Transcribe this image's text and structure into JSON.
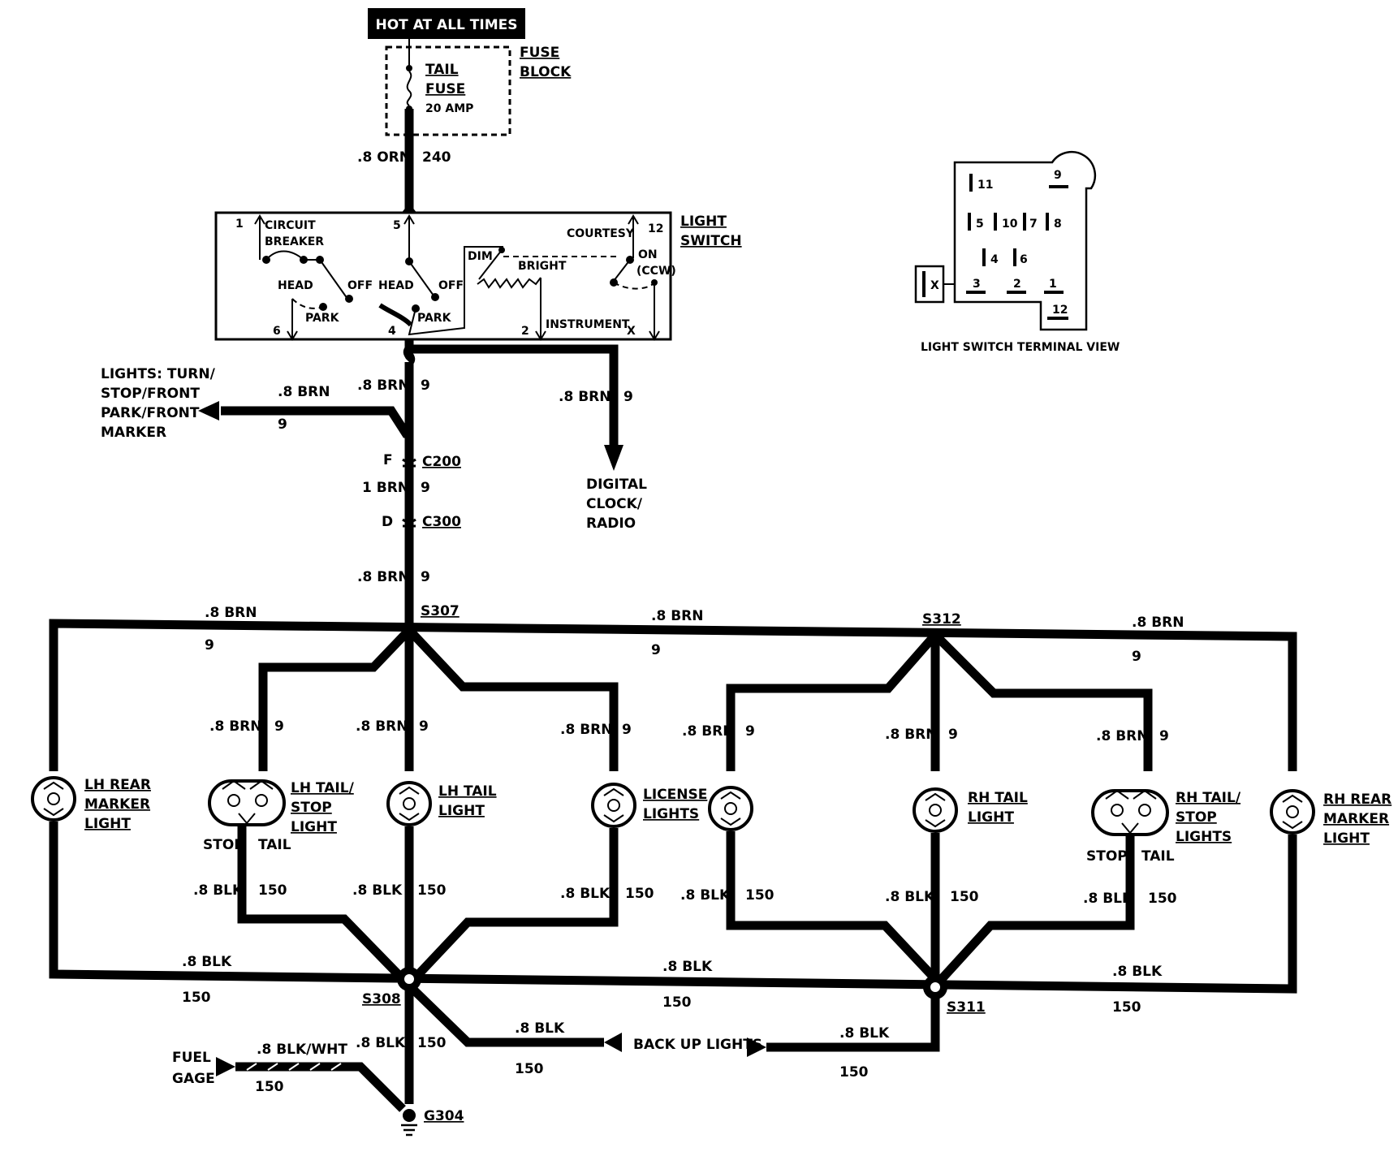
{
  "header": {
    "hot_at_all_times": "HOT AT ALL TIMES"
  },
  "fuse_block": {
    "title_line1": "FUSE",
    "title_line2": "BLOCK",
    "fuse_line1": "TAIL",
    "fuse_line2": "FUSE",
    "rating": "20 AMP"
  },
  "feed_wire": {
    "gauge": ".8 ORN",
    "circuit": "240"
  },
  "light_switch": {
    "title_line1": "LIGHT",
    "title_line2": "SWITCH",
    "circuit_breaker_line1": "CIRCUIT",
    "circuit_breaker_line2": "BREAKER",
    "head_left": "HEAD",
    "off_left": "OFF",
    "park_left": "PARK",
    "head_mid": "HEAD",
    "off_mid": "OFF",
    "park_mid": "PARK",
    "dim": "DIM",
    "bright": "BRIGHT",
    "instrument": "INSTRUMENT",
    "courtesy": "COURTESY",
    "on": "ON",
    "ccw": "(CCW)",
    "terminals": {
      "t1": "1",
      "t5": "5",
      "t12": "12",
      "t6": "6",
      "t4": "4",
      "t2": "2",
      "tx": "X"
    }
  },
  "terminal_view": {
    "caption": "LIGHT SWITCH TERMINAL VIEW",
    "pins": {
      "p11": "11",
      "p9": "9",
      "p5": "5",
      "p10": "10",
      "p7": "7",
      "p8": "8",
      "p4": "4",
      "p6": "6",
      "p3": "3",
      "p2": "2",
      "p1": "1",
      "p12": "12",
      "px": "X"
    }
  },
  "front_lights": {
    "line1": "LIGHTS: TURN/",
    "line2": "STOP/FRONT",
    "line3": "PARK/FRONT",
    "line4": "MARKER",
    "gauge": ".8 BRN",
    "circuit": "9"
  },
  "main_brn": {
    "gauge": ".8 BRN",
    "circuit": "9"
  },
  "clock": {
    "gauge": ".8 BRN",
    "circuit": "9",
    "line1": "DIGITAL",
    "line2": "CLOCK/",
    "line3": "RADIO"
  },
  "c200": {
    "name": "C200",
    "pin": "F"
  },
  "mid_wire": {
    "gauge": "1 BRN",
    "circuit": "9"
  },
  "c300": {
    "name": "C300",
    "pin": "D"
  },
  "lower_brn": {
    "gauge": ".8 BRN",
    "circuit": "9"
  },
  "splices": {
    "s307": "S307",
    "s312": "S312",
    "s308": "S308",
    "s311": "S311"
  },
  "ground": {
    "name": "G304"
  },
  "bus_brn": {
    "left": {
      "gauge": ".8 BRN",
      "circuit": "9"
    },
    "middle": {
      "gauge": ".8 BRN",
      "circuit": "9"
    },
    "right": {
      "gauge": ".8 BRN",
      "circuit": "9"
    }
  },
  "bus_blk": {
    "left": {
      "gauge": ".8 BLK",
      "circuit": "150"
    },
    "middle": {
      "gauge": ".8 BLK",
      "circuit": "150"
    },
    "right": {
      "gauge": ".8 BLK",
      "circuit": "150"
    }
  },
  "lamps": {
    "lh_rear_marker": {
      "line1": "LH REAR",
      "line2": "MARKER",
      "line3": "LIGHT"
    },
    "lh_tail_stop": {
      "line1": "LH TAIL/",
      "line2": "STOP",
      "line3": "LIGHT",
      "stop": "STOP",
      "tail": "TAIL",
      "brn_gauge": ".8 BRN",
      "brn_circuit": "9",
      "blk_gauge": ".8 BLK",
      "blk_circuit": "150"
    },
    "lh_tail": {
      "line1": "LH TAIL",
      "line2": "LIGHT",
      "brn_gauge": ".8 BRN",
      "brn_circuit": "9",
      "blk_gauge": ".8 BLK",
      "blk_circuit": "150"
    },
    "license": {
      "line1": "LICENSE",
      "line2": "LIGHTS",
      "brn_gauge": ".8 BRN",
      "brn_circuit": "9",
      "blk_gauge": ".8 BLK",
      "blk_circuit": "150"
    },
    "lamp5": {
      "brn_gauge": ".8 BRN",
      "brn_circuit": "9",
      "blk_gauge": ".8 BLK",
      "blk_circuit": "150"
    },
    "rh_tail": {
      "line1": "RH TAIL",
      "line2": "LIGHT",
      "brn_gauge": ".8 BRN",
      "brn_circuit": "9",
      "blk_gauge": ".8 BLK",
      "blk_circuit": "150"
    },
    "rh_tail_stop": {
      "line1": "RH TAIL/",
      "line2": "STOP",
      "line3": "LIGHTS",
      "stop": "STOP",
      "tail": "TAIL",
      "brn_gauge": ".8 BRN",
      "brn_circuit": "9",
      "blk_gauge": ".8 BLK",
      "blk_circuit": "150"
    },
    "rh_rear_marker": {
      "line1": "RH REAR",
      "line2": "MARKER",
      "line3": "LIGHT"
    }
  },
  "ground_wire": {
    "gauge": ".8 BLK",
    "circuit": "150"
  },
  "backup": {
    "label": "BACK UP LIGHTS",
    "left_gauge": ".8 BLK",
    "left_circuit": "150",
    "right_gauge": ".8 BLK",
    "right_circuit": "150"
  },
  "fuel_gage": {
    "line1": "FUEL",
    "line2": "GAGE",
    "gauge": ".8 BLK/WHT",
    "circuit": "150"
  }
}
